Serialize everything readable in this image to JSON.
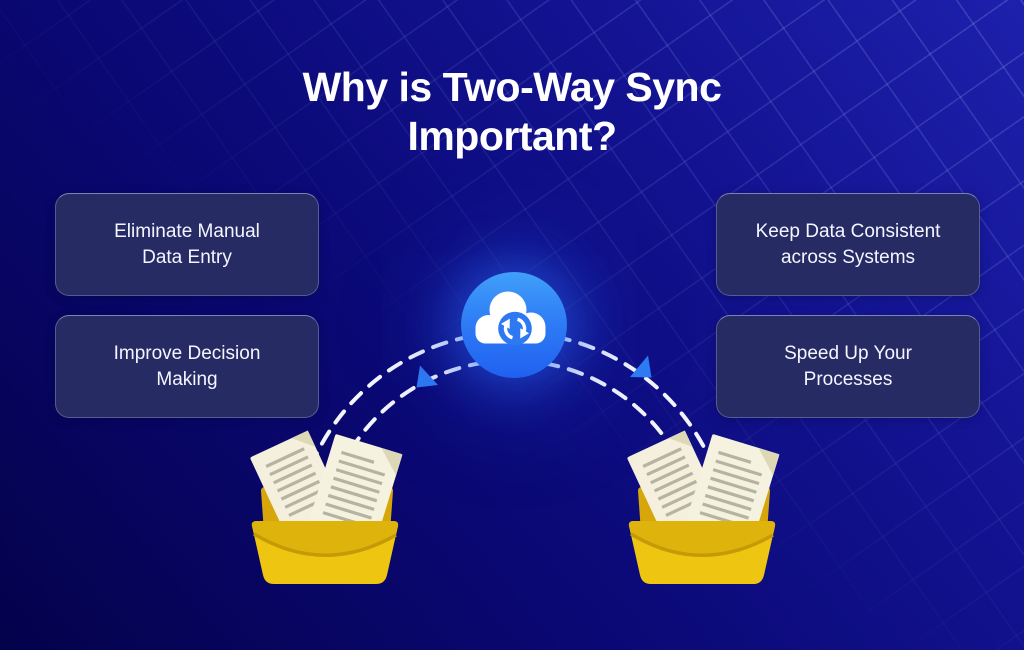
{
  "title": {
    "line1": "Why is Two-Way Sync",
    "line2": "Important?"
  },
  "cards": [
    {
      "id": "eliminate-manual-data-entry",
      "line1": "Eliminate Manual",
      "line2": "Data Entry"
    },
    {
      "id": "improve-decision-making",
      "line1": "Improve Decision",
      "line2": "Making"
    },
    {
      "id": "keep-data-consistent-across-systems",
      "line1": "Keep Data Consistent",
      "line2": "across Systems"
    },
    {
      "id": "speed-up-your-processes",
      "line1": "Speed Up Your",
      "line2": "Processes"
    }
  ],
  "icons": {
    "center": "cloud-sync-icon",
    "left_arrow": "sync-arrowhead-left",
    "right_arrow": "sync-arrowhead-right",
    "left_folder": "open-folder-with-documents",
    "right_folder": "open-folder-with-documents"
  },
  "colors": {
    "bg_bottom_left": "#04024b",
    "bg_top_right": "#1d20ac",
    "grid_line": "#8c9beb",
    "card_fill": "#272b64",
    "card_border": "#adb9f0",
    "accent_blue": "#2f7bf2",
    "icon_circle_top": "#41a0fa",
    "icon_circle_bottom": "#2061f0",
    "arc_dash": "#f3f5ff",
    "folder_yellow": "#eec511",
    "folder_shade": "#deb40c",
    "folder_back": "#d7a60a",
    "paper_cream": "#f4f0dd",
    "paper_line": "#b5b3a2",
    "text": "#ffffff"
  }
}
